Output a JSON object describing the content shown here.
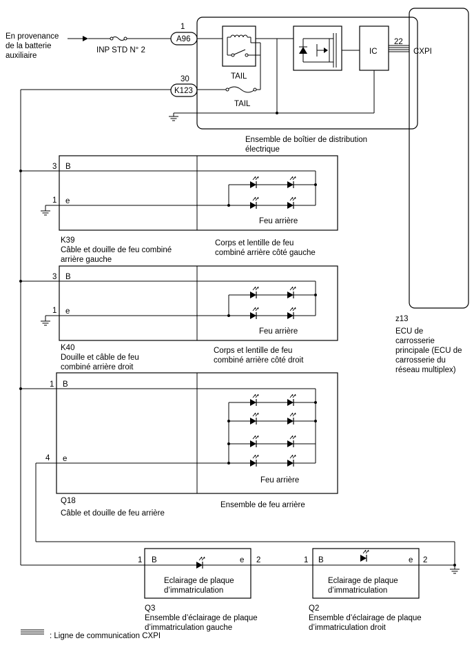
{
  "source": {
    "line1": "En provenance",
    "line2": "de la batterie",
    "line3": "auxiliaire"
  },
  "fuse_inp": "INP STD N° 2",
  "pins": {
    "p1": "1",
    "a96": "A96",
    "p30": "30",
    "k123": "K123",
    "p22": "22",
    "k39_b_pin": "3",
    "k39_e_pin": "1",
    "k40_b_pin": "3",
    "k40_e_pin": "1",
    "q18_b_pin": "1",
    "q18_e_pin": "4",
    "q3_b_pin": "1",
    "q3_e_pin": "2",
    "q2_b_pin": "1",
    "q2_e_pin": "2"
  },
  "relay_label": "TAIL",
  "fuse_tail": "TAIL",
  "ic_label": "IC",
  "cxpi_label": "CXPI",
  "junction": {
    "line1": "Ensemble de boîtier de distribution",
    "line2": "électrique"
  },
  "ecu": {
    "code": "z13",
    "line1": "ECU de",
    "line2": "carrosserie",
    "line3": "principale (ECU de",
    "line4": "carrosserie du",
    "line5": "réseau multiplex)"
  },
  "term_b": "B",
  "term_e": "e",
  "feu_arriere": "Feu arrière",
  "k39": {
    "code": "K39",
    "line1": "Câble et douille de feu combiné",
    "line2": "arrière gauche",
    "lens1": "Corps et lentille de feu",
    "lens2": "combiné arrière  côté gauche"
  },
  "k40": {
    "code": "K40",
    "line1": "Douille et câble de feu",
    "line2": "combiné arrière  droit",
    "lens1": "Corps et lentille de feu",
    "lens2": "combiné arrière  côté droit"
  },
  "q18": {
    "code": "Q18",
    "line1": "Câble et douille de feu arrière",
    "assy": "Ensemble de feu arrière"
  },
  "plate_lamp": {
    "line1": "Eclairage de plaque",
    "line2": "d’immatriculation"
  },
  "q3": {
    "code": "Q3",
    "line1": "Ensemble d’éclairage de plaque",
    "line2": "d’immatriculation gauche"
  },
  "q2": {
    "code": "Q2",
    "line1": "Ensemble d’éclairage de plaque",
    "line2": "d’immatriculation droit"
  },
  "legend": ": Ligne de communication CXPI"
}
